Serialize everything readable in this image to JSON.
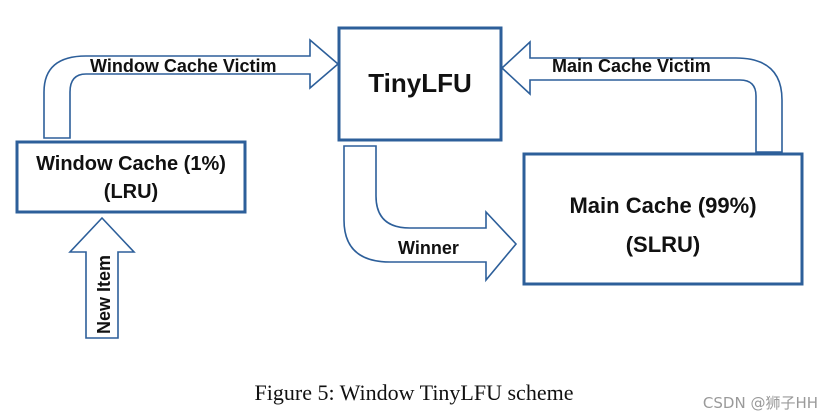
{
  "nodes": {
    "tinylfu": {
      "label": "TinyLFU"
    },
    "window_cache": {
      "line1": "Window Cache (1%)",
      "line2": "(LRU)"
    },
    "main_cache": {
      "line1": "Main Cache (99%)",
      "line2": "(SLRU)"
    }
  },
  "edges": {
    "window_victim": "Window Cache Victim",
    "main_victim": "Main Cache Victim",
    "winner": "Winner",
    "new_item": "New Item"
  },
  "caption": "Figure 5:  Window TinyLFU scheme",
  "watermark": "CSDN @狮子HH",
  "colors": {
    "stroke": "#2d5f9a",
    "fill": "#ffffff",
    "text": "#111111"
  }
}
